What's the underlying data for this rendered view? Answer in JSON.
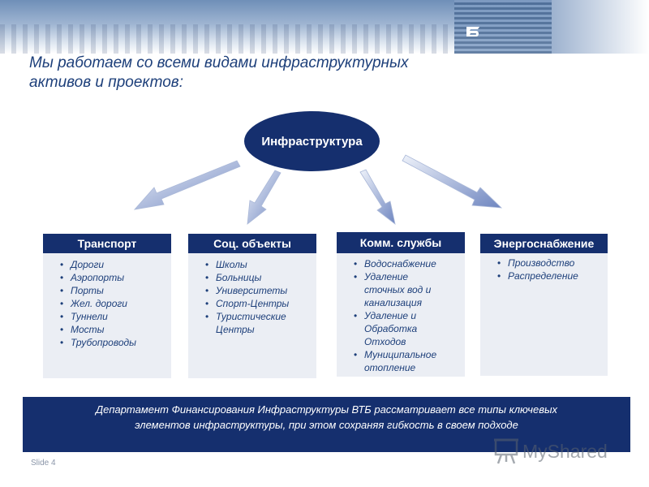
{
  "title_lines": [
    "Мы работаем со всеми видами инфраструктурных",
    "активов и проектов:"
  ],
  "center_label": "Инфраструктура",
  "categories": [
    {
      "heading": "Транспорт",
      "items": [
        "Дороги",
        "Аэропорты",
        "Порты",
        "Жел. дороги",
        "Туннели",
        "Мосты",
        "Трубопроводы"
      ]
    },
    {
      "heading": "Соц. объекты",
      "items": [
        "Школы",
        "Больницы",
        "Университеты",
        "Спорт-Центры",
        "Туристические Центры"
      ]
    },
    {
      "heading": "Комм. службы",
      "items": [
        "Водоснабжение",
        "Удаление сточных вод и канализация",
        "Удаление и Обработка Отходов",
        "Муниципальное отопление"
      ]
    },
    {
      "heading": "Энергоснабжение",
      "items": [
        "Производство",
        "Распределение"
      ]
    }
  ],
  "banner_lines": [
    "Департамент Финансирования Инфраструктуры ВТБ рассматривает все типы ключевых",
    "элементов инфраструктуры, при этом сохраняя гибкость в своем подходе"
  ],
  "slide_label": "Slide 4",
  "watermark_text": "MyShared",
  "colors": {
    "navy": "#152f6e",
    "title_blue": "#1d3f7a",
    "card_bg": "#ebeef4",
    "arrow": "#7f93c4"
  },
  "icons": {
    "logo": "bank-logo-icon",
    "watermark": "presentation-icon"
  }
}
